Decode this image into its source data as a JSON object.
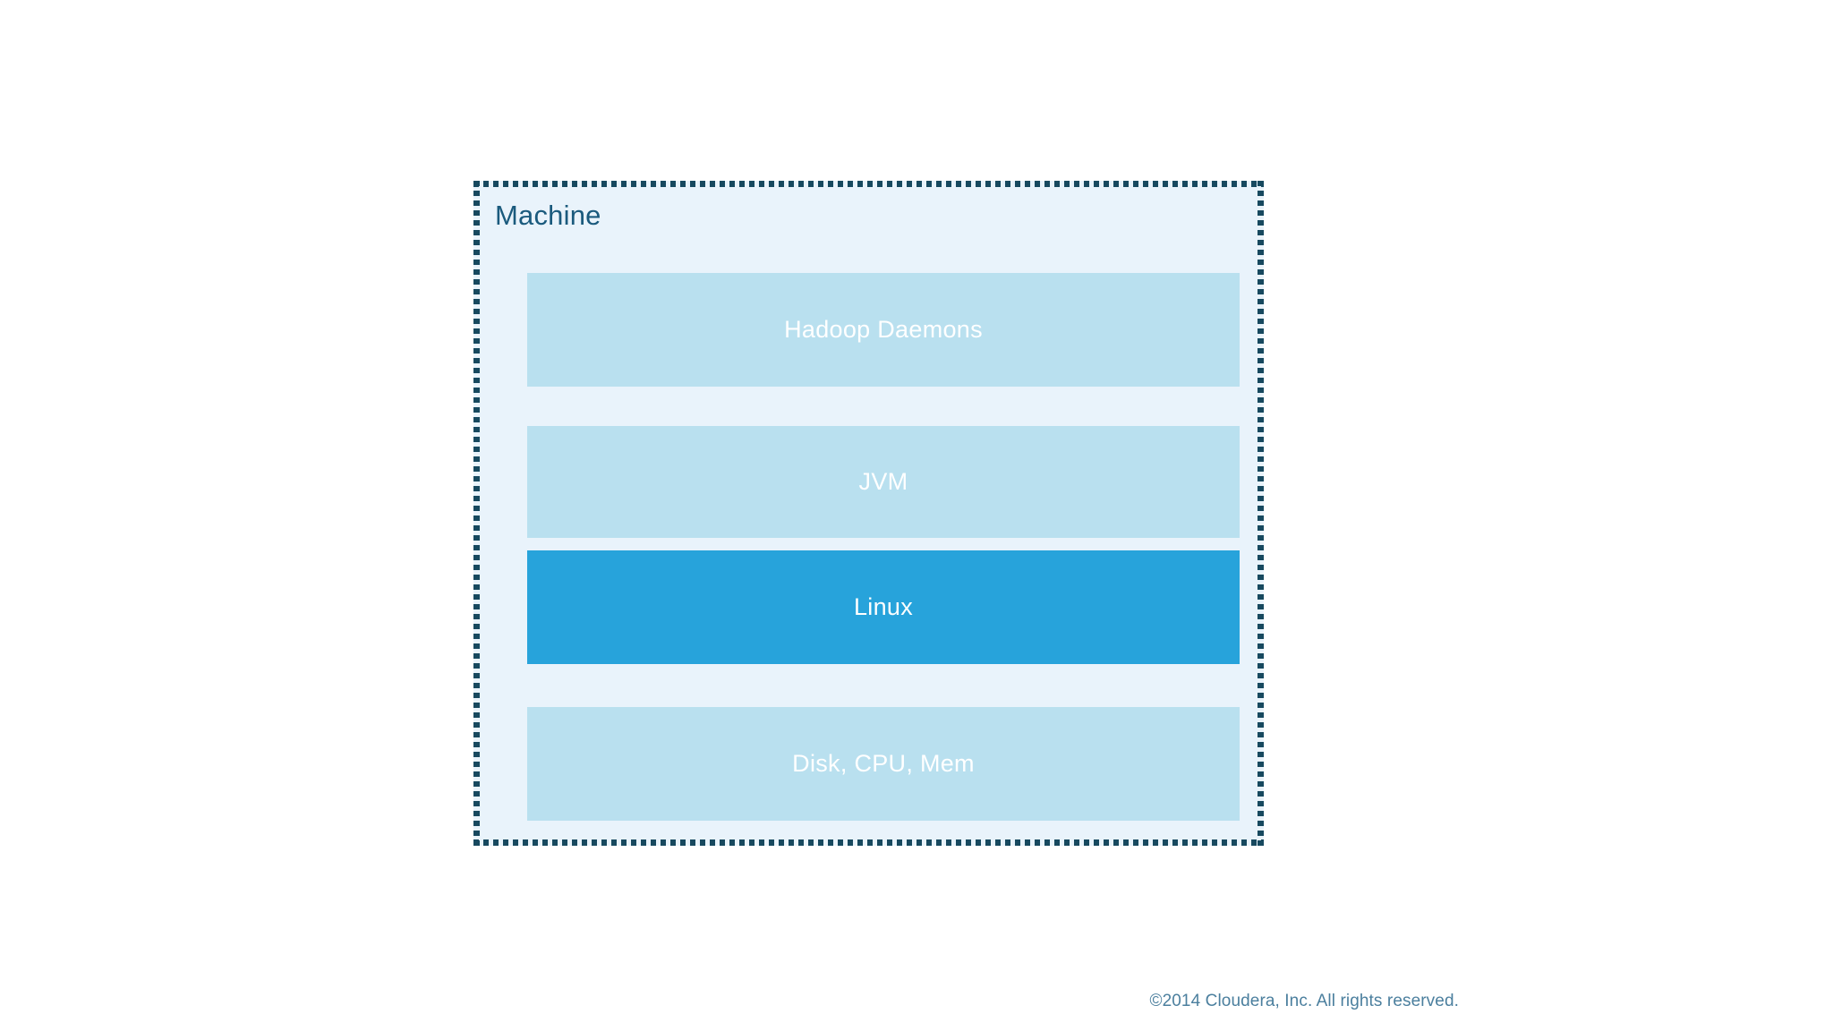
{
  "slide": {
    "background_color": "#ffffff"
  },
  "machine": {
    "title": "Machine",
    "title_color": "#1a5a7d",
    "fill_color": "#e9f3fb",
    "border_color": "#17495f",
    "border_style": "dotted",
    "layers": [
      {
        "id": "hadoop-daemons",
        "label": "Hadoop Daemons",
        "fill_color": "#b9e0ef",
        "text_color": "#ffffff",
        "highlighted": false
      },
      {
        "id": "jvm",
        "label": "JVM",
        "fill_color": "#b9e0ef",
        "text_color": "#ffffff",
        "highlighted": false
      },
      {
        "id": "linux",
        "label": "Linux",
        "fill_color": "#27a3db",
        "text_color": "#ffffff",
        "highlighted": true
      },
      {
        "id": "hardware",
        "label": "Disk, CPU, Mem",
        "fill_color": "#b9e0ef",
        "text_color": "#ffffff",
        "highlighted": false
      }
    ]
  },
  "footer": {
    "copyright": "©2014 Cloudera, Inc. All rights reserved.",
    "color": "#4b7f9e"
  }
}
